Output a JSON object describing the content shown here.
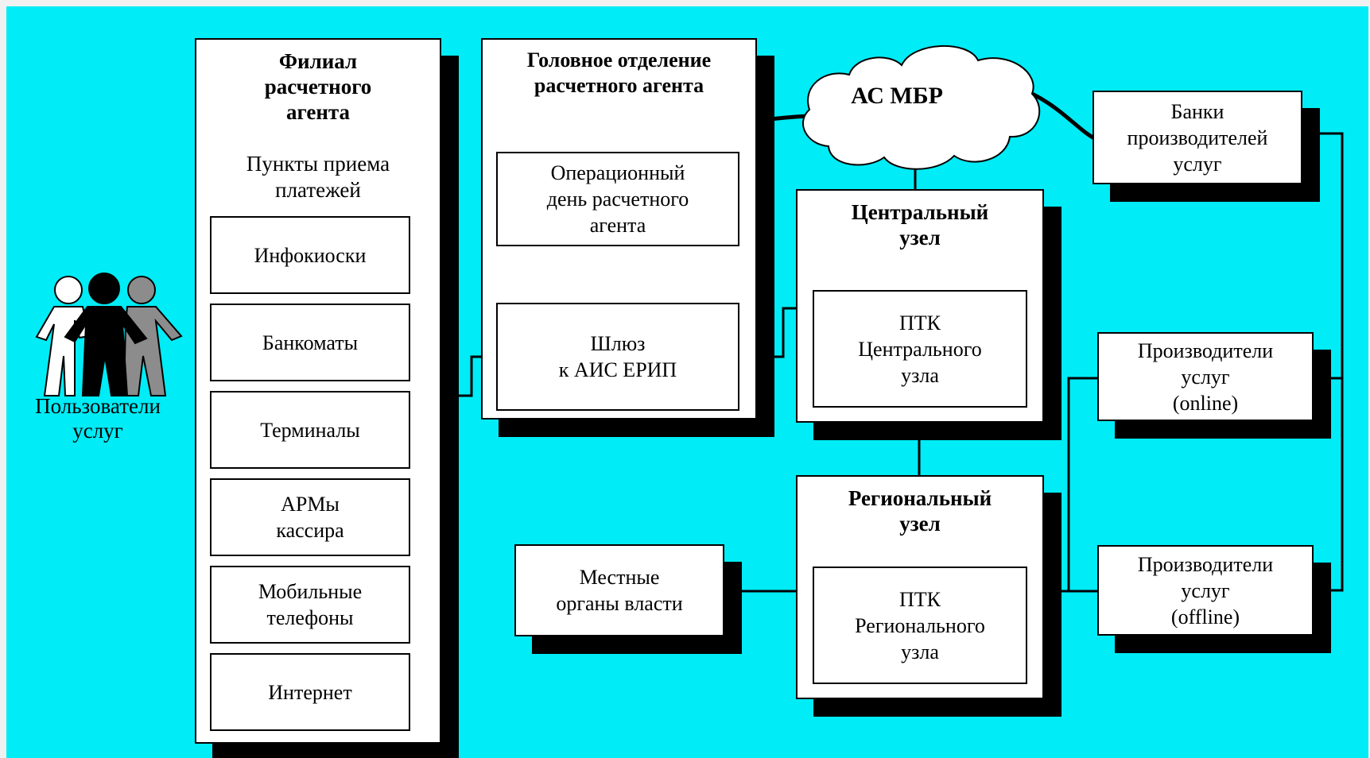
{
  "users": {
    "label": "Пользователи\nуслуг"
  },
  "branch": {
    "title": "Филиал\nрасчетного\nагента",
    "subtitle": "Пункты приема\nплатежей",
    "points": [
      "Инфокиоски",
      "Банкоматы",
      "Терминалы",
      "АРМы\nкассира",
      "Мобильные\nтелефоны",
      "Интернет"
    ]
  },
  "head_office": {
    "title": "Головное отделение\nрасчетного агента",
    "operday": "Операционный\nдень расчетного\nагента",
    "gateway": "Шлюз\nк АИС ЕРИП"
  },
  "cloud": {
    "label": "АС МБР"
  },
  "central_node": {
    "title": "Центральный\nузел",
    "ptk": "ПТК\nЦентрального\nузла"
  },
  "regional_node": {
    "title": "Региональный\nузел",
    "ptk": "ПТК\nРегионального\nузла"
  },
  "local_authorities": "Местные\nорганы власти",
  "banks": "Банки\nпроизводителей\nуслуг",
  "providers_online": "Производители\nуслуг\n(online)",
  "providers_offline": "Производители\nуслуг\n(offline)",
  "colors": {
    "background": "#00ecf6",
    "box": "#ffffff",
    "shadow": "#000000",
    "user_gray": "#8c8c8c"
  }
}
